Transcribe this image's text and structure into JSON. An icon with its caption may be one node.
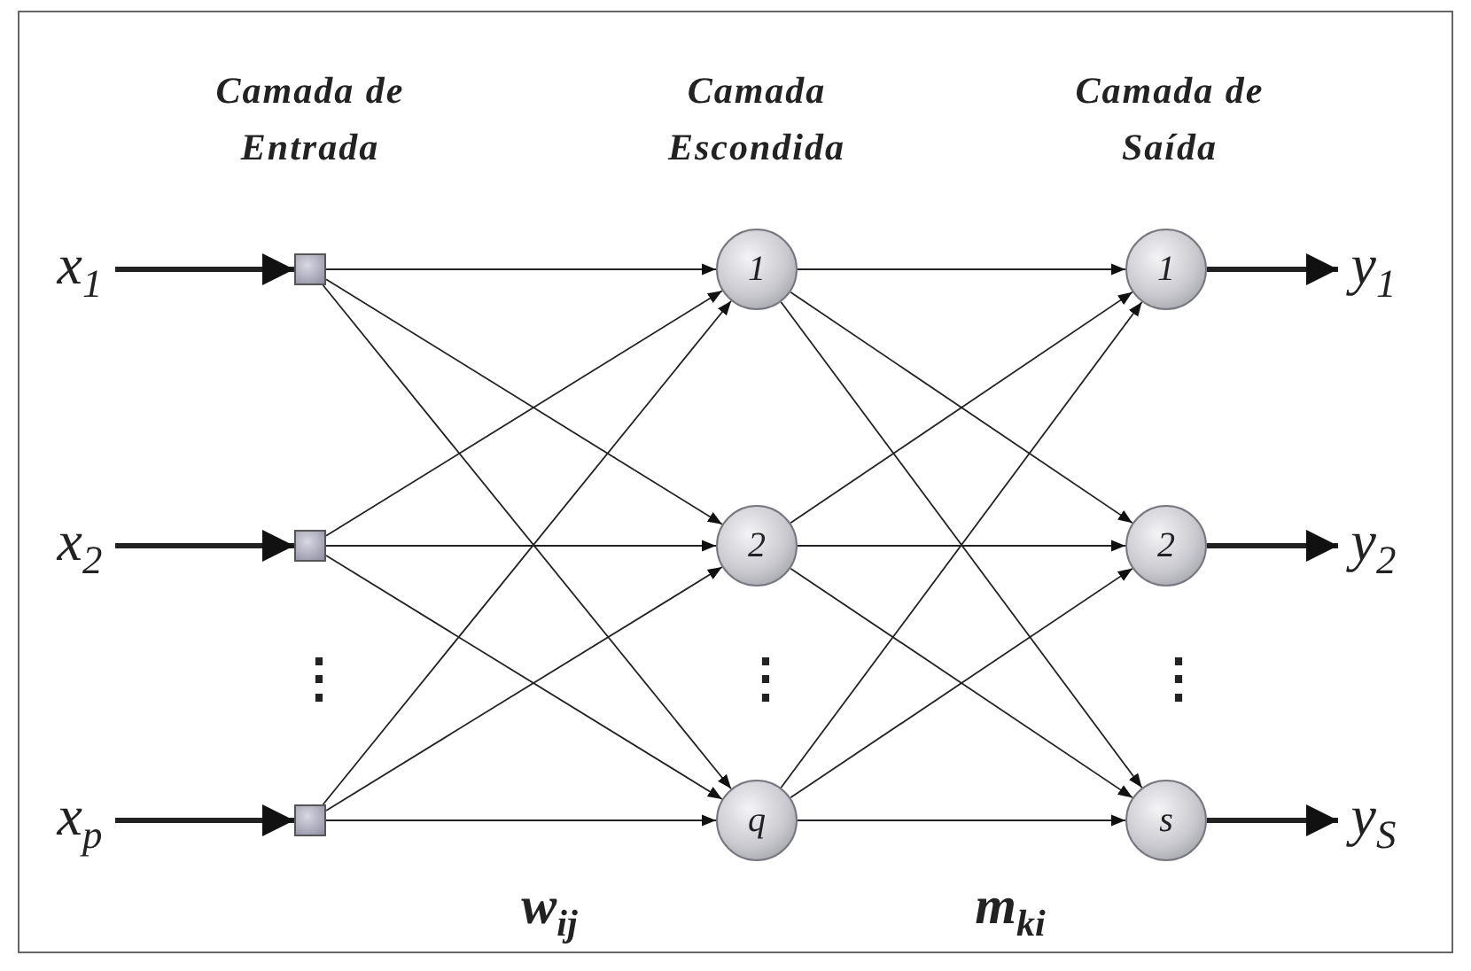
{
  "diagram": {
    "nodes": [
      {
        "text": [
          "x$_{1}$"
        ]
      },
      {
        "text": [],
        "shape": "box"
      },
      {
        "text": [
          "1"
        ]
      },
      {
        "text": [
          "1"
        ]
      },
      {
        "text": [
          "y$_{1}$"
        ]
      },
      {
        "text": [
          "x$_{2}$"
        ]
      },
      {
        "text": [],
        "shape": "box"
      },
      {
        "text": [
          "2"
        ]
      },
      {
        "text": [
          "2"
        ]
      },
      {
        "text": [
          "y$_{2}$"
        ]
      },
      {
        "text": [
          "x$_{p}$"
        ]
      },
      {
        "text": [],
        "shape": "box"
      },
      {
        "text": [
          "q"
        ]
      },
      {
        "text": [
          "s"
        ]
      },
      {
        "text": [
          "y$_{S}$"
        ]
      }
    ],
    "edges": [
      {
        "from": 0,
        "to": 1,
        "arrow": "to",
        "style": "thick"
      },
      {
        "from": 5,
        "to": 6,
        "arrow": "to",
        "style": "thick"
      },
      {
        "from": 10,
        "to": 11,
        "arrow": "to",
        "style": "thick"
      },
      {
        "from": 1,
        "to": 2,
        "arrow": "to"
      },
      {
        "from": 1,
        "to": 7,
        "arrow": "to"
      },
      {
        "from": 1,
        "to": 12,
        "arrow": "to"
      },
      {
        "from": 6,
        "to": 2,
        "arrow": "to"
      },
      {
        "from": 6,
        "to": 7,
        "arrow": "to"
      },
      {
        "from": 6,
        "to": 12,
        "arrow": "to"
      },
      {
        "from": 11,
        "to": 2,
        "arrow": "to"
      },
      {
        "from": 11,
        "to": 7,
        "arrow": "to"
      },
      {
        "from": 11,
        "to": 12,
        "arrow": "to"
      },
      {
        "from": 2,
        "to": 3,
        "arrow": "to"
      },
      {
        "from": 2,
        "to": 8,
        "arrow": "to"
      },
      {
        "from": 2,
        "to": 13,
        "arrow": "to"
      },
      {
        "from": 7,
        "to": 3,
        "arrow": "to"
      },
      {
        "from": 7,
        "to": 8,
        "arrow": "to"
      },
      {
        "from": 7,
        "to": 13,
        "arrow": "to"
      },
      {
        "from": 12,
        "to": 3,
        "arrow": "to"
      },
      {
        "from": 12,
        "to": 8,
        "arrow": "to"
      },
      {
        "from": 12,
        "to": 13,
        "arrow": "to"
      },
      {
        "from": 3,
        "to": 4,
        "arrow": "to",
        "style": "thick"
      },
      {
        "from": 8,
        "to": 9,
        "arrow": "to",
        "style": "thick"
      },
      {
        "from": 13,
        "to": 14,
        "arrow": "to",
        "style": "thick"
      }
    ],
    "labels": [
      "Camada de Entrada",
      "Camada Escondida",
      "Camada de Saída",
      "⋮",
      "⋮",
      "⋮",
      "w$_{ij}$",
      "m$_{ki}$"
    ]
  }
}
